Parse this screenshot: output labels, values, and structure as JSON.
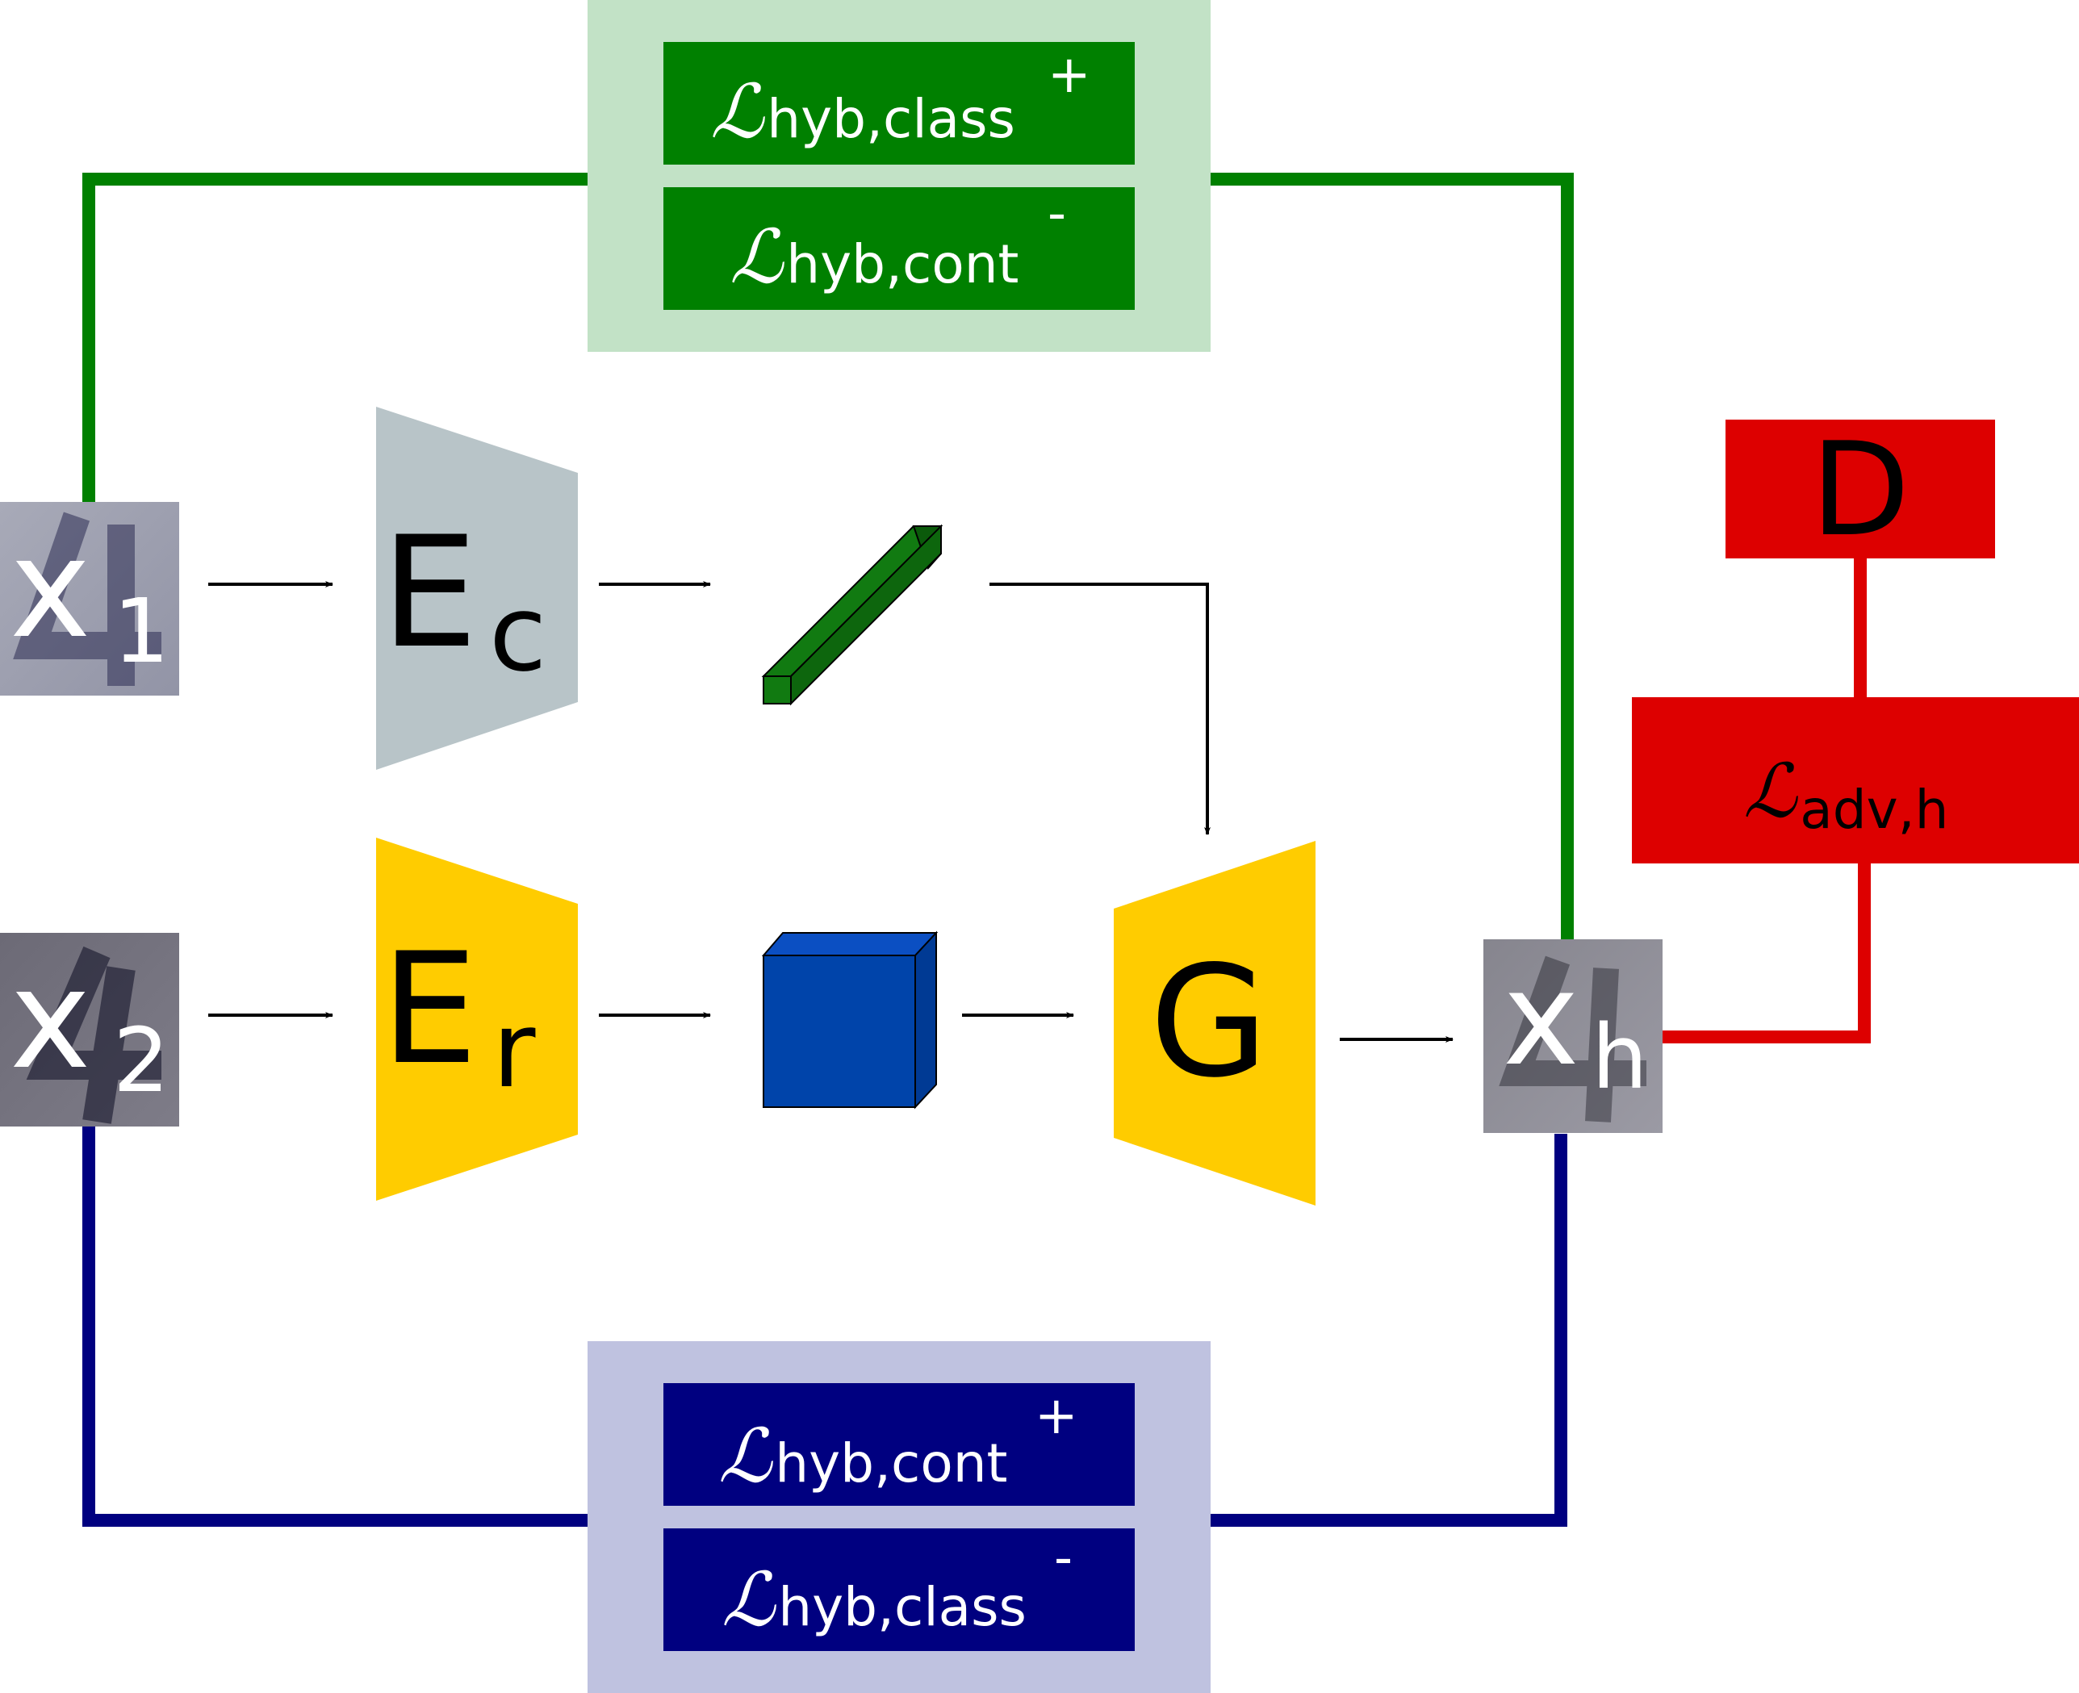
{
  "colors": {
    "green": "#008000",
    "green_panel": "#c2e2c6",
    "navy": "#000080",
    "navy_panel": "#bfc2e0",
    "red": "#dd0000",
    "gray_encoder": "#b8c4c8",
    "yellow": "#ffcc00",
    "blue_cube": "#0044aa",
    "dark_green_bar": "#117a11",
    "black": "#000000",
    "white": "#ffffff"
  },
  "loss_symbol": "ℒ",
  "inputs": {
    "x1": {
      "base": "x",
      "sub": "1"
    },
    "x2": {
      "base": "x",
      "sub": "2"
    },
    "xh": {
      "base": "x",
      "sub": "h"
    }
  },
  "blocks": {
    "Ec": {
      "base": "E",
      "sub": "c"
    },
    "Er": {
      "base": "E",
      "sub": "r"
    },
    "G": {
      "label": "G"
    },
    "D": {
      "label": "D"
    }
  },
  "losses": {
    "top_1": {
      "sub": "hyb,class",
      "sup": "+"
    },
    "top_2": {
      "sub": "hyb,cont",
      "sup": "-"
    },
    "bottom_1": {
      "sub": "hyb,cont",
      "sup": "+"
    },
    "bottom_2": {
      "sub": "hyb,class",
      "sup": "-"
    },
    "adv": {
      "sub": "adv,h"
    }
  },
  "icons": {
    "content_code": "green-bar-icon",
    "residual_code": "blue-cube-icon",
    "arrow": "arrow-right-icon",
    "digit_thumbnail": "digit-image-icon"
  }
}
